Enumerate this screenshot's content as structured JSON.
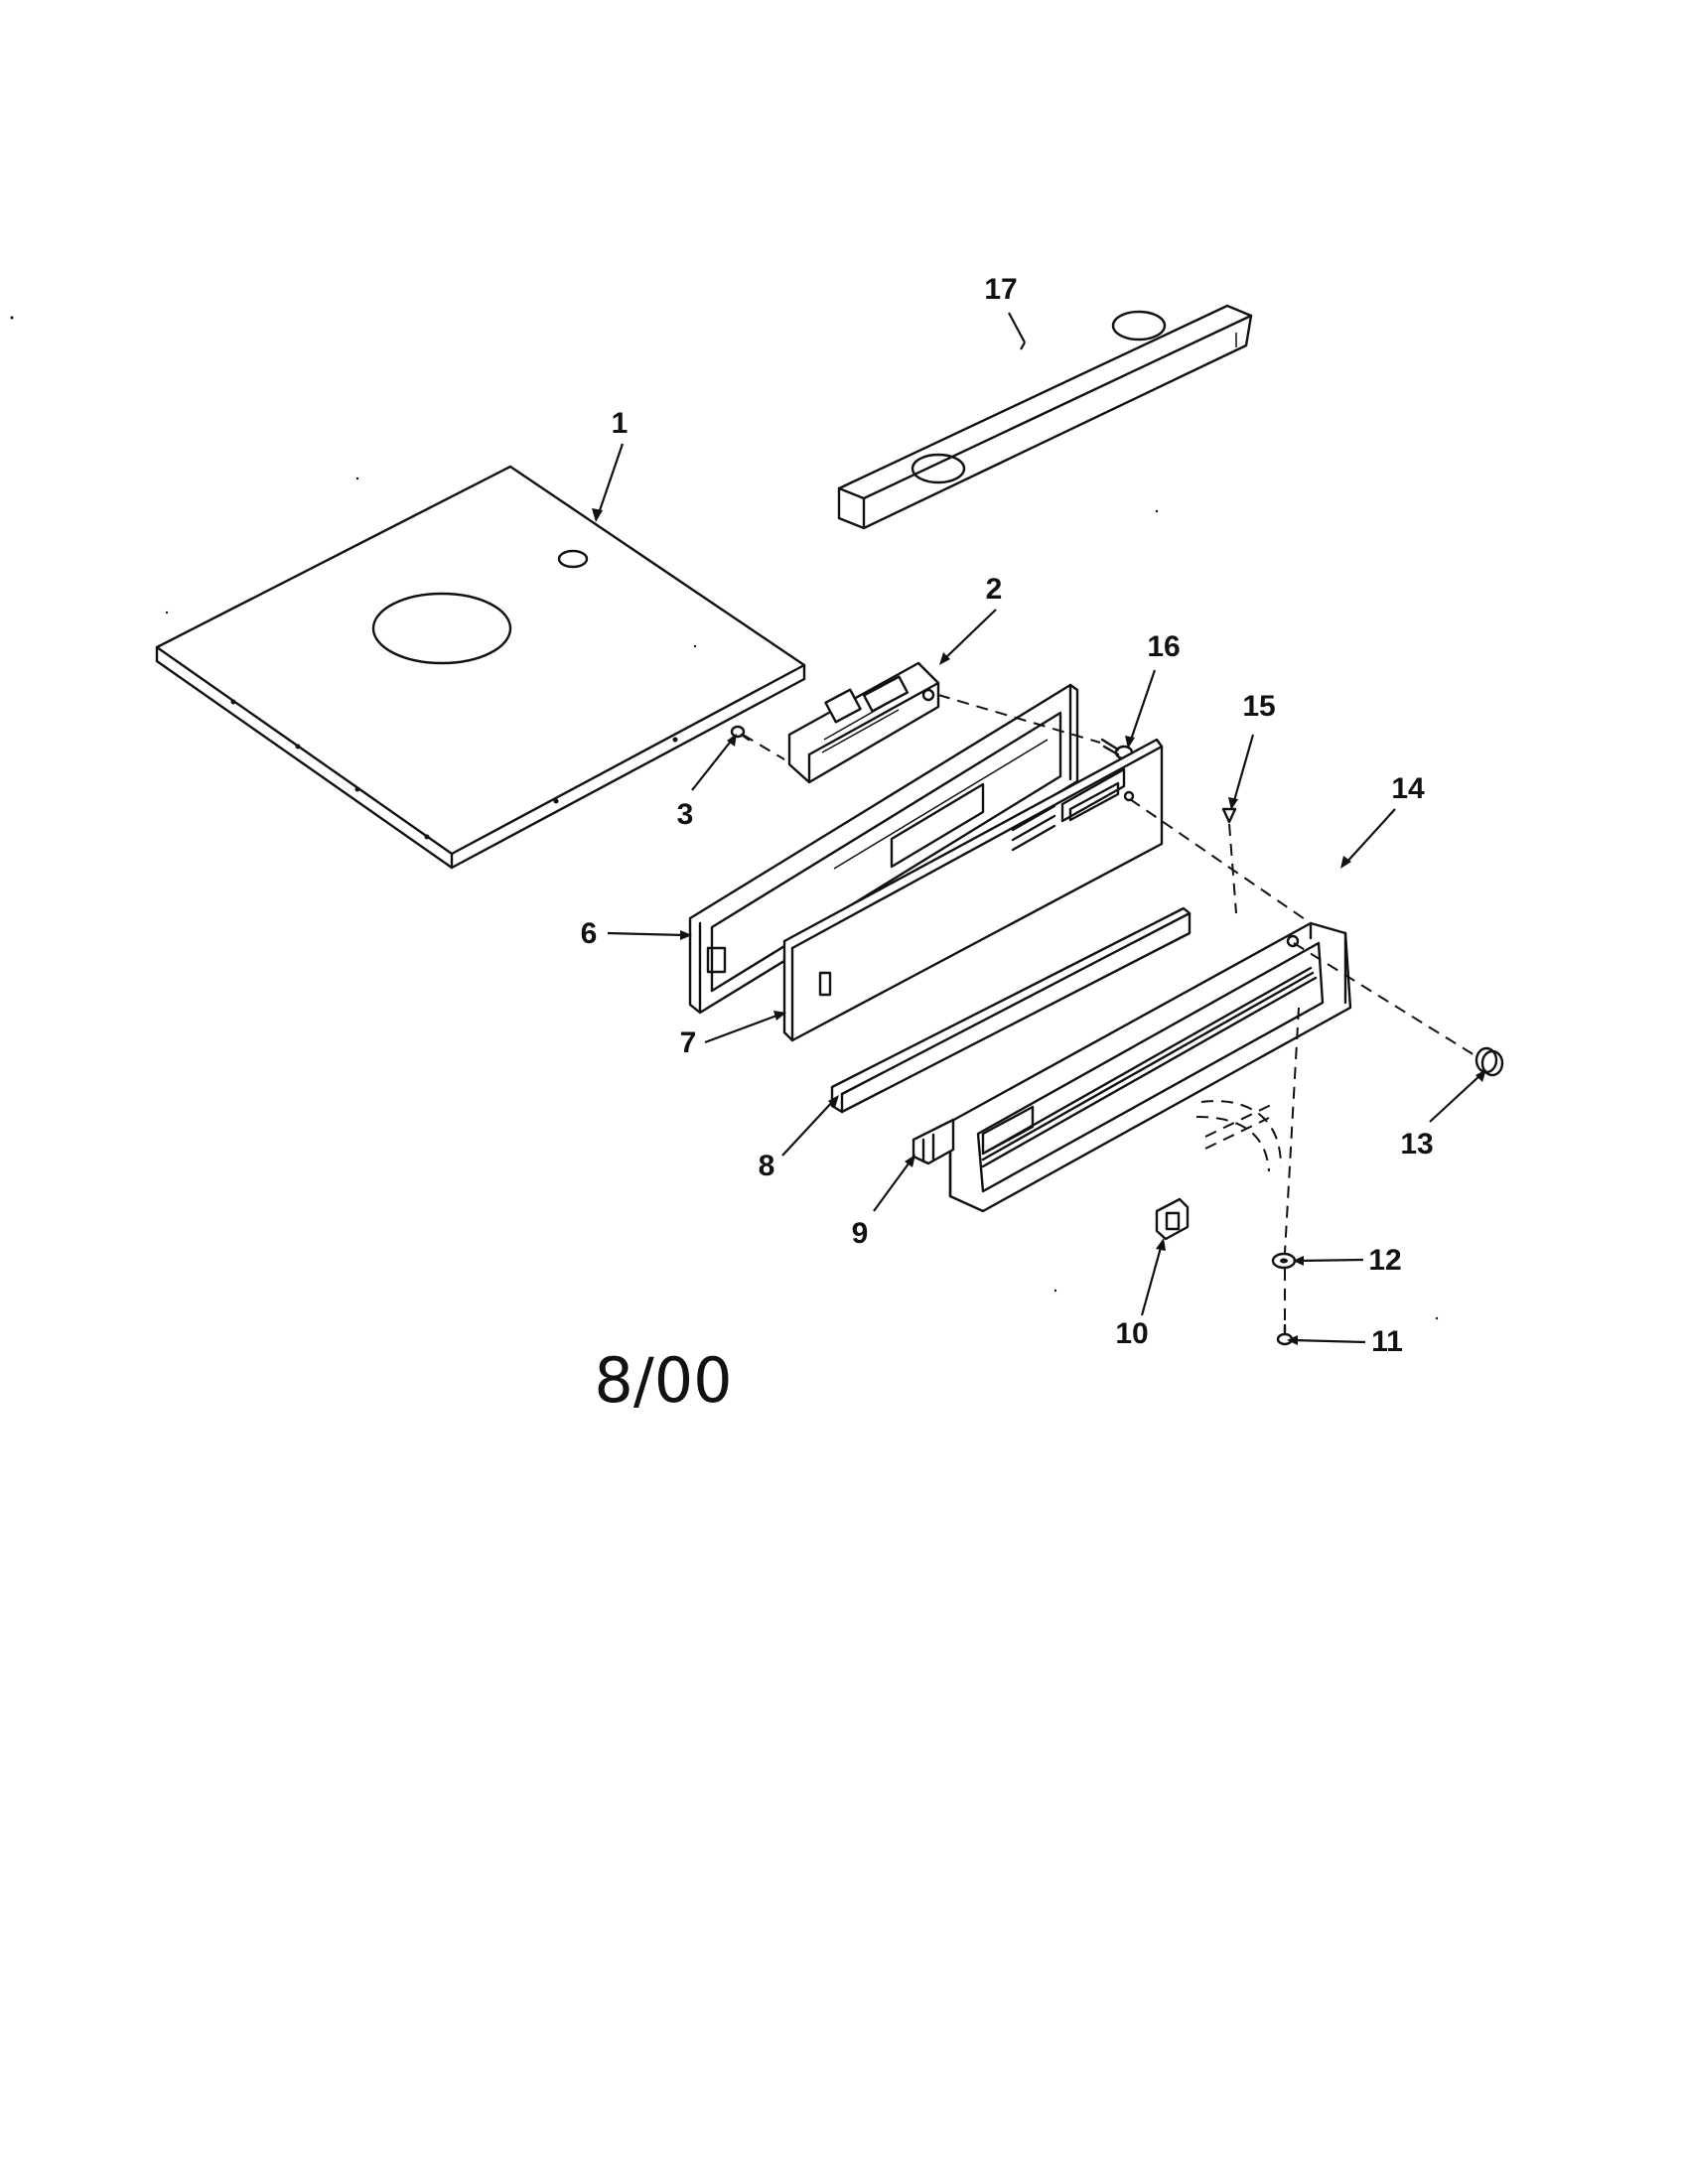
{
  "callouts": [
    {
      "id": "p1",
      "label": "1"
    },
    {
      "id": "p2",
      "label": "2"
    },
    {
      "id": "p3",
      "label": "3"
    },
    {
      "id": "p6",
      "label": "6"
    },
    {
      "id": "p7",
      "label": "7"
    },
    {
      "id": "p8",
      "label": "8"
    },
    {
      "id": "p9",
      "label": "9"
    },
    {
      "id": "p10",
      "label": "10"
    },
    {
      "id": "p11",
      "label": "11"
    },
    {
      "id": "p12",
      "label": "12"
    },
    {
      "id": "p13",
      "label": "13"
    },
    {
      "id": "p14",
      "label": "14"
    },
    {
      "id": "p15",
      "label": "15"
    },
    {
      "id": "p16",
      "label": "16"
    },
    {
      "id": "p17",
      "label": "17"
    }
  ],
  "date_code": "8/00"
}
